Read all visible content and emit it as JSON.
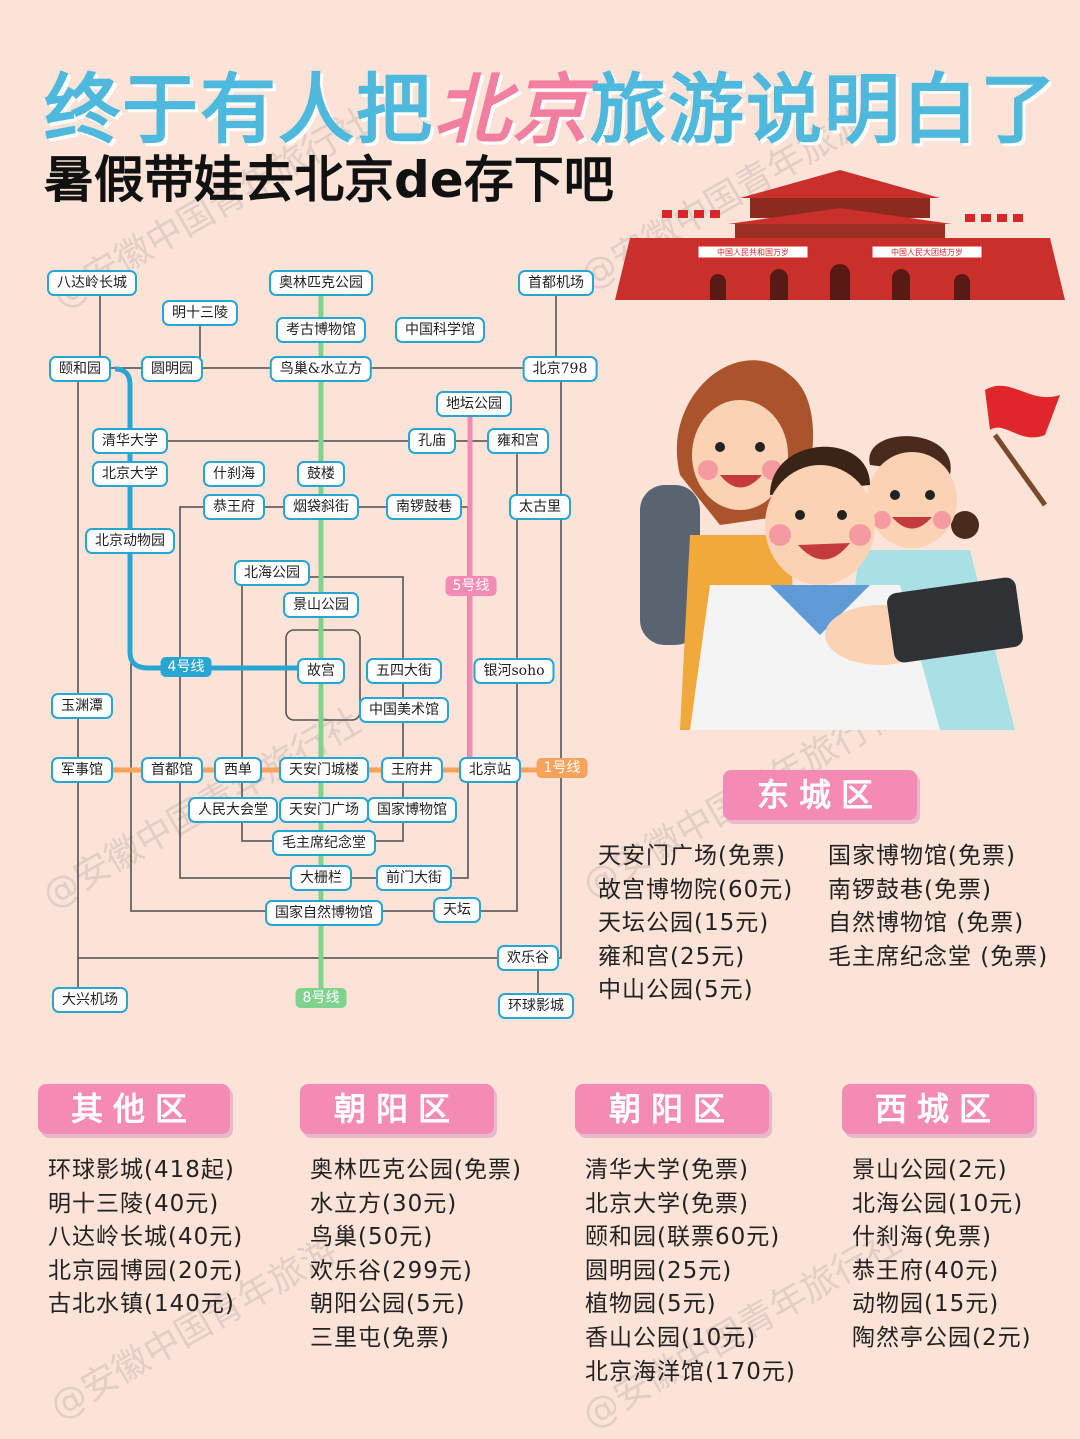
{
  "header": {
    "title_part1": "终于有人把",
    "title_highlight": "北京",
    "title_part2": "旅游说明白了",
    "subtitle": "暑假带娃去北京de存下吧"
  },
  "watermarks": [
    "@安徽中国青年旅行社",
    "@安徽中国青年旅游",
    "@安徽中国青年旅行社"
  ],
  "gate_banners": [
    "中国人民共和国万岁",
    "中国人民大团结万岁"
  ],
  "colors": {
    "line1": "#f7a35c",
    "line4": "#27a6d4",
    "line5": "#f48bb5",
    "line8": "#7fd38e",
    "accent": "#f48bb5",
    "title": "#4fb8dd"
  },
  "metro": {
    "lines": [
      {
        "key": "line4",
        "label": "4号线"
      },
      {
        "key": "line5",
        "label": "5号线"
      },
      {
        "key": "line1",
        "label": "1号线"
      },
      {
        "key": "line8",
        "label": "8号线"
      }
    ],
    "stations": [
      "八达岭长城",
      "奥林匹克公园",
      "首都机场",
      "明十三陵",
      "考古博物馆",
      "中国科学馆",
      "颐和园",
      "圆明园",
      "鸟巢&水立方",
      "北京798",
      "地坛公园",
      "清华大学",
      "孔庙",
      "雍和宫",
      "北京大学",
      "什刹海",
      "鼓楼",
      "恭王府",
      "烟袋斜街",
      "南锣鼓巷",
      "太古里",
      "北京动物园",
      "北海公园",
      "景山公园",
      "故宫",
      "五四大街",
      "银河soho",
      "中国美术馆",
      "玉渊潭",
      "军事馆",
      "首都馆",
      "西单",
      "天安门城楼",
      "王府井",
      "北京站",
      "人民大会堂",
      "天安门广场",
      "国家博物馆",
      "毛主席纪念堂",
      "大栅栏",
      "前门大街",
      "国家自然博物馆",
      "天坛",
      "欢乐谷",
      "大兴机场",
      "环球影城"
    ]
  },
  "districts": [
    {
      "name": "东城区",
      "left": [
        "天安门广场(免票)",
        "故宫博物院(60元)",
        "天坛公园(15元)",
        "雍和宫(25元)",
        "中山公园(5元)"
      ],
      "right": [
        "国家博物馆(免票)",
        "南锣鼓巷(免票)",
        "自然博物馆 (免票)",
        "毛主席纪念堂 (免票)"
      ]
    },
    {
      "name": "其他区",
      "items": [
        "环球影城(418起)",
        "明十三陵(40元)",
        "八达岭长城(40元)",
        "北京园博园(20元)",
        "古北水镇(140元)"
      ]
    },
    {
      "name": "朝阳区",
      "items": [
        "奥林匹克公园(免票)",
        "水立方(30元)",
        "鸟巢(50元)",
        "欢乐谷(299元)",
        "朝阳公园(5元)",
        "三里屯(免票)"
      ]
    },
    {
      "name": "朝阳区",
      "items": [
        "清华大学(免票)",
        "北京大学(免票)",
        "颐和园(联票60元)",
        "圆明园(25元)",
        "植物园(5元)",
        "香山公园(10元)",
        "北京海洋馆(170元)"
      ]
    },
    {
      "name": "西城区",
      "items": [
        "景山公园(2元)",
        "北海公园(10元)",
        "什刹海(免票)",
        "恭王府(40元)",
        "动物园(15元)",
        "陶然亭公园(2元)"
      ]
    }
  ]
}
